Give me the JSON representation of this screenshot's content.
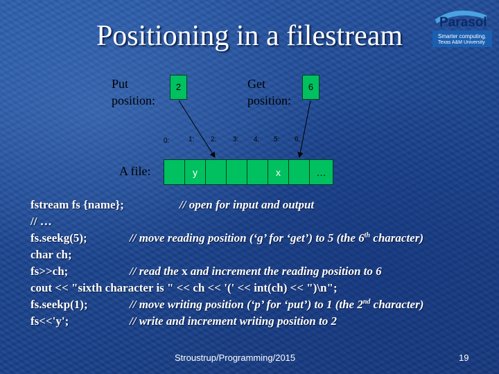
{
  "title": "Positioning in a filestream",
  "logo": {
    "name": "Parasol",
    "tagline1": "Smarter computing.",
    "tagline2": "Texas A&M University"
  },
  "diagram": {
    "put_label_1": "Put",
    "put_label_2": "position:",
    "put_value": "2",
    "get_label_1": "Get",
    "get_label_2": "position:",
    "get_value": "6",
    "indices": [
      "0:",
      "1:",
      "2:",
      "3:",
      "4:",
      "5:",
      "6:"
    ],
    "file_label": "A file:",
    "cells": [
      "",
      "y",
      "",
      "",
      "",
      "x",
      "",
      "…"
    ],
    "cell_color": "#00c060"
  },
  "code": [
    {
      "code": "fstream fs {name};",
      "comment": "// open for input and output"
    },
    {
      "code": "// …",
      "comment": ""
    },
    {
      "code": "fs.seekg(5);",
      "comment_pre": "// move reading position (‘g’ for ‘get’) to 5 (the 6",
      "comment_sup": "th",
      "comment_post": " character)"
    },
    {
      "code": "char ch;",
      "comment": ""
    },
    {
      "code": "fs>>ch;",
      "comment_pre": "// read the ",
      "comment_bold": "x",
      "comment_post": " and increment the reading position to 6"
    },
    {
      "code": "cout << \"sixth character is \" << ch << '(' << int(ch) << \")\\n\";",
      "comment": ""
    },
    {
      "code": "fs.seekp(1);",
      "comment_pre": "// move writing position (‘p’ for ‘put’) to 1 (the 2",
      "comment_sup": "nd",
      "comment_post": " character)"
    },
    {
      "code": "fs<<'y';",
      "comment": "// write and increment writing position to 2"
    }
  ],
  "footer": {
    "source": "Stroustrup/Programming/2015",
    "page": "19"
  }
}
